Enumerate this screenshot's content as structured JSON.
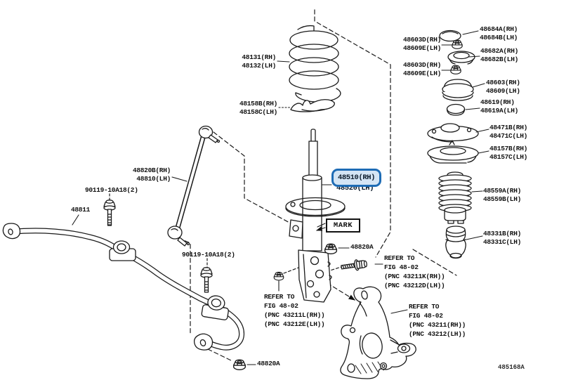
{
  "figure": {
    "code": "485168A"
  },
  "colors": {
    "highlight_border": "#1e6cb5",
    "highlight_fill": "#d4e5f5",
    "line": "#1a1a1a"
  },
  "parts": {
    "coil_spring": [
      "48131(RH)",
      "48132(LH)"
    ],
    "spring_seat_lower": [
      "48158B(RH)",
      "48158C(LH)"
    ],
    "stabilizer_link": [
      "48820B(RH)",
      "48810(LH)"
    ],
    "stabilizer_bolt_1": "90119-10A18(2)",
    "stabilizer_bolt_2": "90119-10A18(2)",
    "stabilizer_bar": "48811",
    "link_nut_lower": "48820A",
    "link_nut_upper": "48820A",
    "shock_absorber_rh": "48510(RH)",
    "shock_absorber_lh": "48520(LH)",
    "mark": "MARK",
    "dust_cap": [
      "48684A(RH)",
      "48684B(LH)"
    ],
    "mount_nut_1": [
      "48603D(RH)",
      "48609E(LH)"
    ],
    "mount_washer": [
      "48682A(RH)",
      "48682B(LH)"
    ],
    "mount_nut_2": [
      "48603D(RH)",
      "48609E(LH)"
    ],
    "support": [
      "48603(RH)",
      "48609(LH)"
    ],
    "bearing_cap": [
      "48619(RH)",
      "48619A(LH)"
    ],
    "strut_mount": [
      "48471B(RH)",
      "48471C(LH)"
    ],
    "spring_seat_upper": [
      "48157B(RH)",
      "48157C(LH)"
    ],
    "dust_boot": [
      "48559A(RH)",
      "48559B(LH)"
    ],
    "bump_stopper": [
      "48331B(RH)",
      "48331C(LH)"
    ]
  },
  "references": {
    "bracket_bolt": [
      "REFER TO",
      "FIG 48-02",
      "(PNC 43211K(RH))",
      "(PNC 43212D(LH))"
    ],
    "bracket_nut": [
      "REFER TO",
      "FIG 48-02",
      "(PNC 43211L(RH))",
      "(PNC 43212E(LH))"
    ],
    "knuckle": [
      "REFER TO",
      "FIG 48-02",
      "(PNC 43211(RH))",
      "(PNC 43212(LH))"
    ]
  }
}
